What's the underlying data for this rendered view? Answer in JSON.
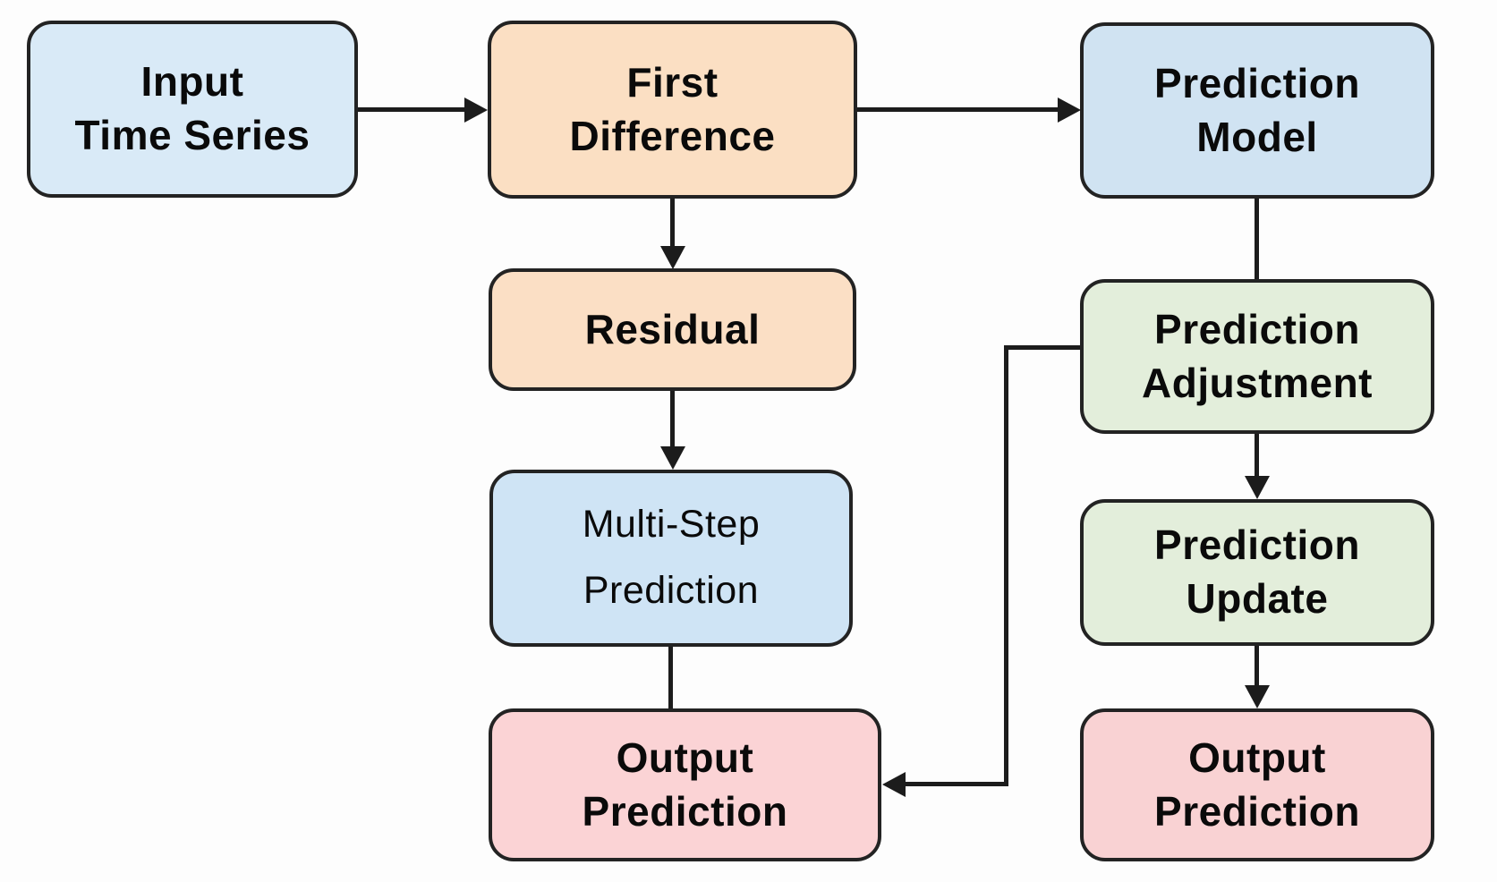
{
  "diagram": {
    "type": "flowchart",
    "background_color": "#fdfdfd",
    "stroke_color": "#1c1c1c",
    "nodes": [
      {
        "id": "input-time-series",
        "label": "Input\nTime Series",
        "fill": "#d9eaf7",
        "text_style": "bold"
      },
      {
        "id": "first-difference",
        "label": "First\nDifference",
        "fill": "#fbdfc3",
        "text_style": "bold"
      },
      {
        "id": "prediction-model",
        "label": "Prediction\nModel",
        "fill": "#d0e3f2",
        "text_style": "bold"
      },
      {
        "id": "residual",
        "label": "Residual",
        "fill": "#fbdfc5",
        "text_style": "bold"
      },
      {
        "id": "prediction-adjustment",
        "label": "Prediction\nAdjustment",
        "fill": "#e3eedb",
        "text_style": "bold"
      },
      {
        "id": "multi-step-prediction",
        "label": "Multi-Step\nPrediction",
        "fill": "#cfe4f5",
        "text_style": "regular"
      },
      {
        "id": "prediction-update",
        "label": "Prediction\nUpdate",
        "fill": "#e3eedb",
        "text_style": "bold"
      },
      {
        "id": "output-prediction-left",
        "label": "Output\nPrediction",
        "fill": "#fbd3d5",
        "text_style": "bold"
      },
      {
        "id": "output-prediction-right",
        "label": "Output\nPrediction",
        "fill": "#f9d2d3",
        "text_style": "bold"
      }
    ],
    "edges": [
      {
        "from": "input-time-series",
        "to": "first-difference",
        "arrow": true
      },
      {
        "from": "first-difference",
        "to": "prediction-model",
        "arrow": true
      },
      {
        "from": "first-difference",
        "to": "residual",
        "arrow": true
      },
      {
        "from": "residual",
        "to": "multi-step-prediction",
        "arrow": true
      },
      {
        "from": "multi-step-prediction",
        "to": "output-prediction-left",
        "arrow": false
      },
      {
        "from": "prediction-model",
        "to": "prediction-adjustment",
        "arrow": false
      },
      {
        "from": "prediction-adjustment",
        "to": "prediction-update",
        "arrow": true
      },
      {
        "from": "prediction-update",
        "to": "output-prediction-right",
        "arrow": true
      },
      {
        "from": "prediction-adjustment",
        "to": "output-prediction-left",
        "arrow": true
      }
    ]
  }
}
